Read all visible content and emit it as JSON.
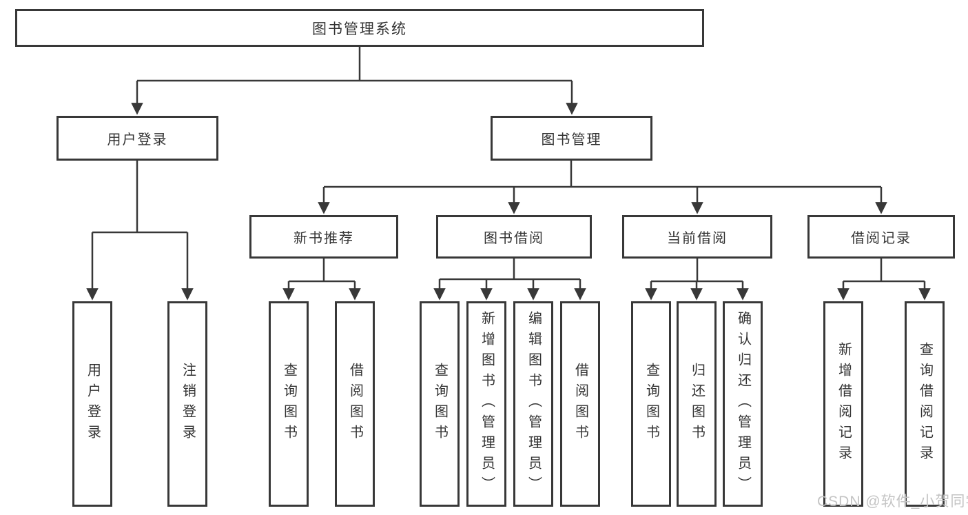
{
  "tree": {
    "root": {
      "label": "图书管理系统",
      "children": [
        {
          "label": "用户登录",
          "children": [
            {
              "label": "用户登录"
            },
            {
              "label": "注销登录"
            }
          ]
        },
        {
          "label": "图书管理",
          "children": [
            {
              "label": "新书推荐",
              "children": [
                {
                  "label": "查询图书"
                },
                {
                  "label": "借阅图书"
                }
              ]
            },
            {
              "label": "图书借阅",
              "children": [
                {
                  "label": "查询图书"
                },
                {
                  "label": "新增图书（管理员）"
                },
                {
                  "label": "编辑图书（管理员）"
                },
                {
                  "label": "借阅图书"
                }
              ]
            },
            {
              "label": "当前借阅",
              "children": [
                {
                  "label": "查询图书"
                },
                {
                  "label": "归还图书"
                },
                {
                  "label": "确认归还（管理员）"
                }
              ]
            },
            {
              "label": "借阅记录",
              "children": [
                {
                  "label": "新增借阅记录"
                },
                {
                  "label": "查询借阅记录"
                }
              ]
            }
          ]
        }
      ]
    }
  },
  "watermark": "CSDN @软件_小贺同学",
  "colors": {
    "line": "#383838",
    "box_border": "#383838",
    "text": "#333333",
    "watermark": "#c4c4c4",
    "background": "#ffffff"
  }
}
